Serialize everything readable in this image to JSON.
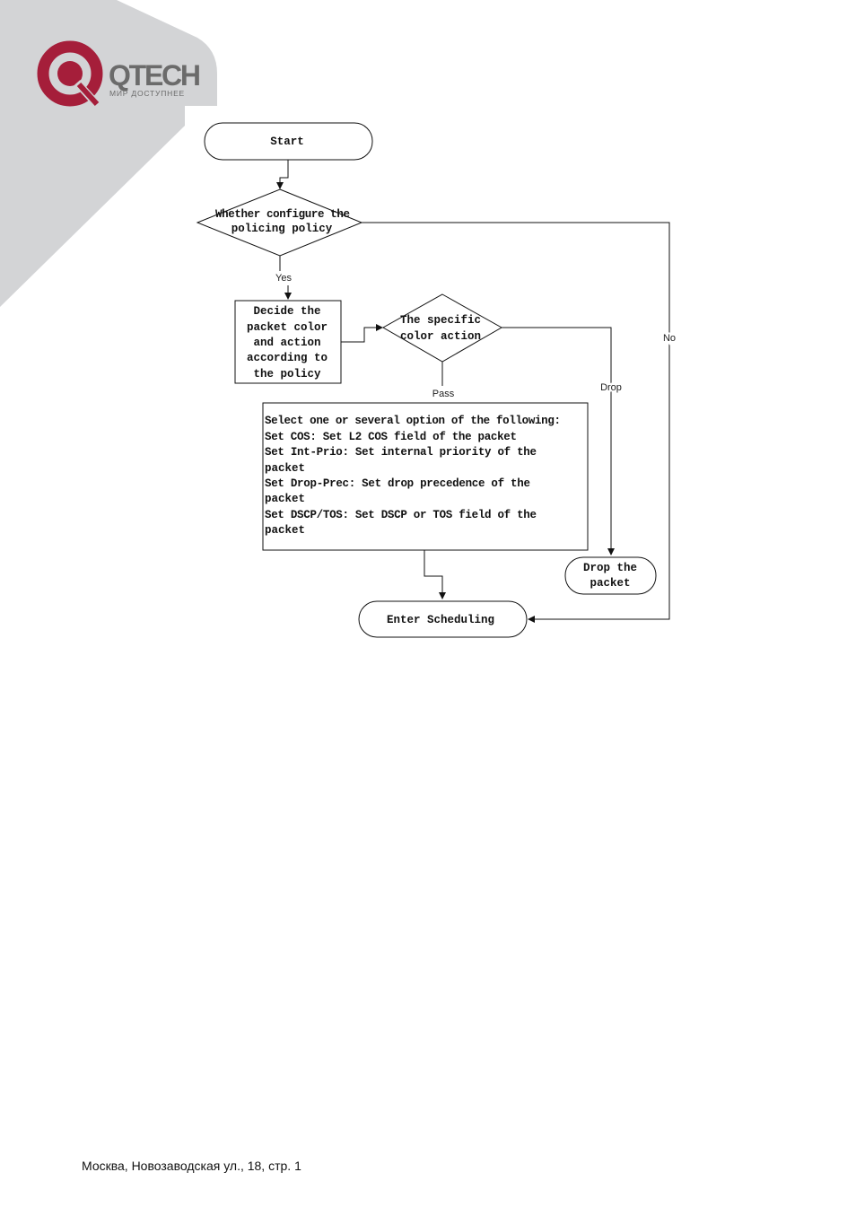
{
  "header": {
    "logo_text": "QTECH",
    "logo_tagline": "МИР ДОСТУПНЕЕ",
    "brand_color": "#A51E3A",
    "logo_text_color": "#6B6B6B",
    "corner_color": "#D3D4D6"
  },
  "flowchart": {
    "start": "Start",
    "decision1": [
      "Whether configure the",
      "policing policy"
    ],
    "yes_label": "Yes",
    "no_label": "No",
    "decide_box": [
      "Decide the",
      "packet color",
      "and action",
      "according to",
      "the policy"
    ],
    "decision2": [
      "The specific",
      "color action"
    ],
    "pass_label": "Pass",
    "drop_label": "Drop",
    "options_box": [
      "Select one or several option of the following:",
      "Set COS: Set L2 COS field of the packet",
      "Set Int-Prio: Set internal priority of the",
      "packet",
      "Set Drop-Prec: Set drop precedence of the",
      "packet",
      "Set DSCP/TOS: Set DSCP or TOS field of the",
      "packet"
    ],
    "drop_packet": [
      "Drop the",
      "packet"
    ],
    "enter_scheduling": "Enter Scheduling"
  },
  "footer": {
    "address": "Москва, Новозаводская ул., 18, стр. 1"
  }
}
